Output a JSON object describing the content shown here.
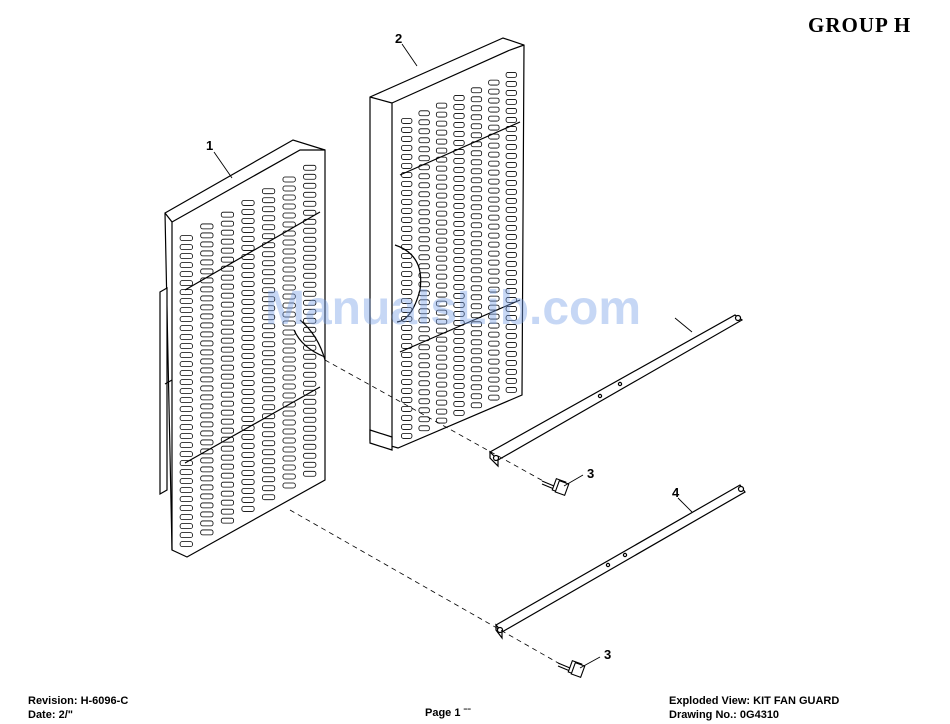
{
  "header": {
    "group_title": "GROUP  H"
  },
  "watermark": {
    "text": "ManualsLib.com"
  },
  "callouts": [
    {
      "id": "callout-1",
      "label": "1"
    },
    {
      "id": "callout-2",
      "label": "2"
    },
    {
      "id": "callout-3a",
      "label": "3"
    },
    {
      "id": "callout-4",
      "label": "4"
    },
    {
      "id": "callout-3b",
      "label": "3"
    }
  ],
  "footer": {
    "revision_label": "Revision:",
    "revision_value": "H-6096-C",
    "date_label": "Date:",
    "date_value": "2/\"",
    "page_label": "Page 1",
    "page_suffix": "ˉˉ",
    "view_label": "Exploded View:",
    "view_value": "KIT FAN GUARD",
    "drawing_label": "Drawing No.:",
    "drawing_value": "0G4310"
  }
}
